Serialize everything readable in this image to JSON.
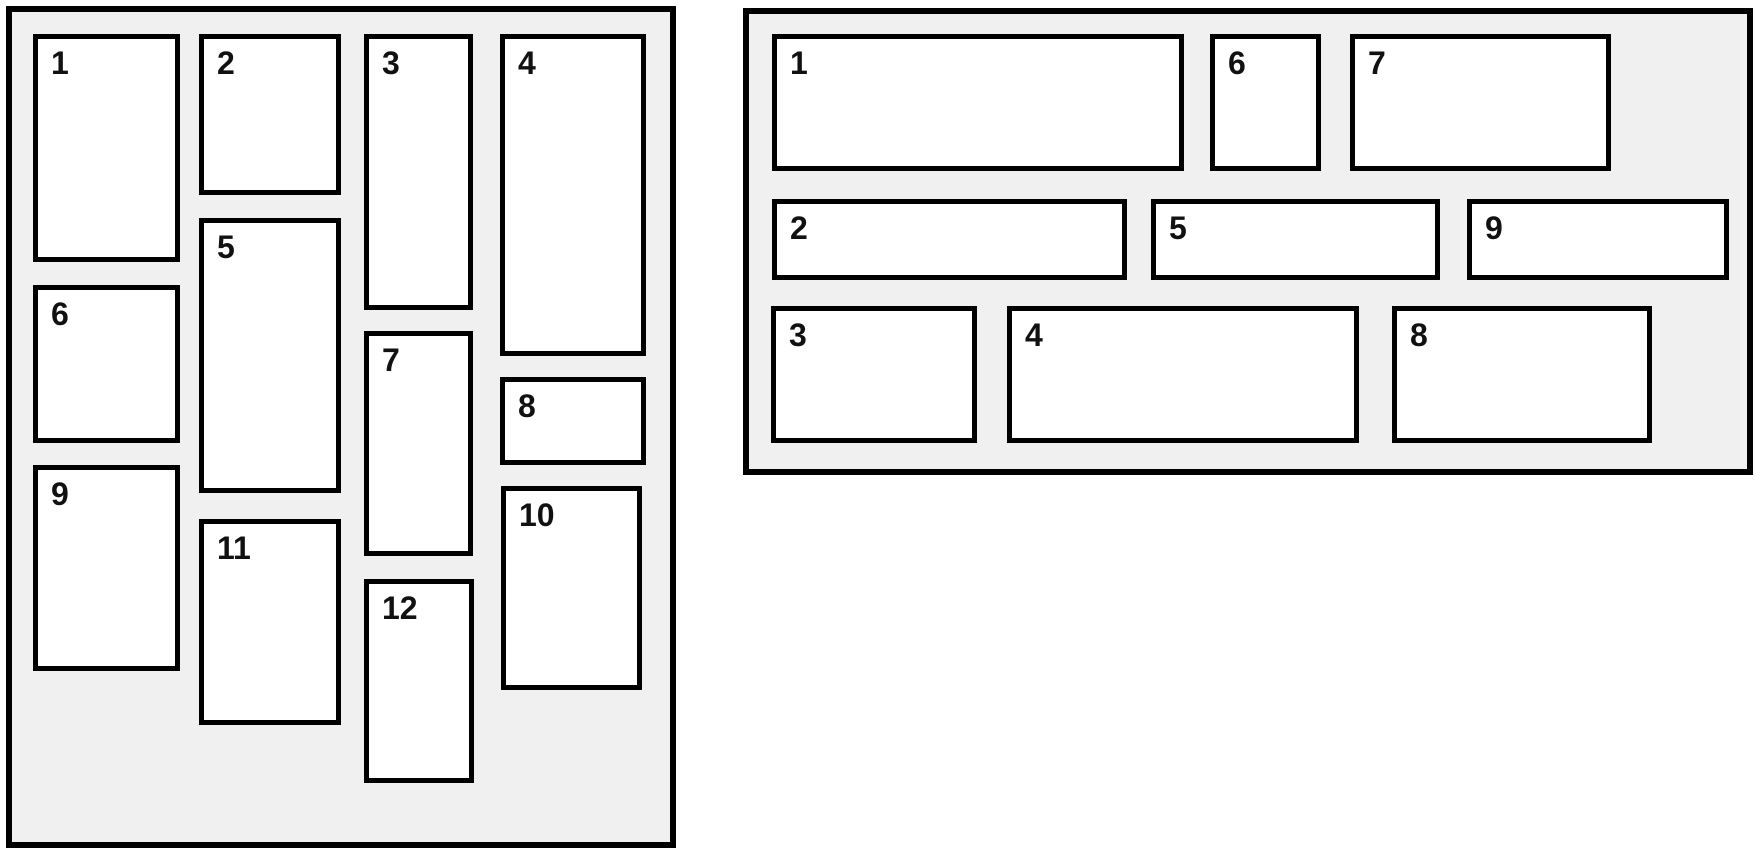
{
  "diagram": {
    "description_left": "vertical masonry layout with 12 items in 4 columns",
    "description_right": "horizontal masonry layout with 9 items in 3 rows"
  },
  "colors": {
    "page_bg": "#ffffff",
    "panel_bg": "#f0f0f0",
    "box_bg": "#ffffff",
    "border": "#000000",
    "text": "#111111"
  },
  "left_panel": {
    "labels": [
      "1",
      "2",
      "3",
      "4",
      "5",
      "6",
      "7",
      "8",
      "9",
      "10",
      "11",
      "12"
    ]
  },
  "right_panel": {
    "labels": [
      "1",
      "2",
      "3",
      "4",
      "5",
      "6",
      "7",
      "8",
      "9"
    ]
  }
}
